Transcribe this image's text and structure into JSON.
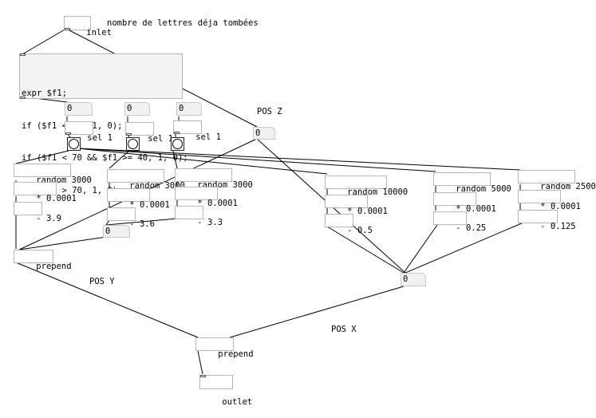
{
  "objects": {
    "inlet": "inlet",
    "expr": [
      "expr $f1;",
      "if ($f1 < 40, 1, 0);",
      "if ($f1 < 70 && $f1 >= 40, 1, 0);",
      "if ($f1 > 70, 1, 0)"
    ],
    "num_values": {
      "a": "0",
      "b": "0",
      "c": "0",
      "z": "0",
      "y": "0",
      "x": "0"
    },
    "sel": "sel 1",
    "random": {
      "r1": "random 3000",
      "r2": "random 3000",
      "r3": "random 3000",
      "r4": "random 10000",
      "r5": "random 5000",
      "r6": "random 2500"
    },
    "mult": "* 0.0001",
    "sub": {
      "s1": "- 3.9",
      "s2": "- 3.6",
      "s3": "- 3.3",
      "s4": "- 0.5",
      "s5": "- 0.25",
      "s6": "- 0.125"
    },
    "prepend": "prepend",
    "outlet": "outlet"
  },
  "comments": {
    "header": "nombre de lettres déja tombées",
    "pos_z": "POS Z",
    "pos_y": "POS Y",
    "pos_x": "POS X"
  },
  "colors": {
    "wire": "#000000",
    "box_border": "#b5b5b5",
    "expr_bg": "#f3f3f3",
    "number_bg": "#f1f1f1"
  }
}
